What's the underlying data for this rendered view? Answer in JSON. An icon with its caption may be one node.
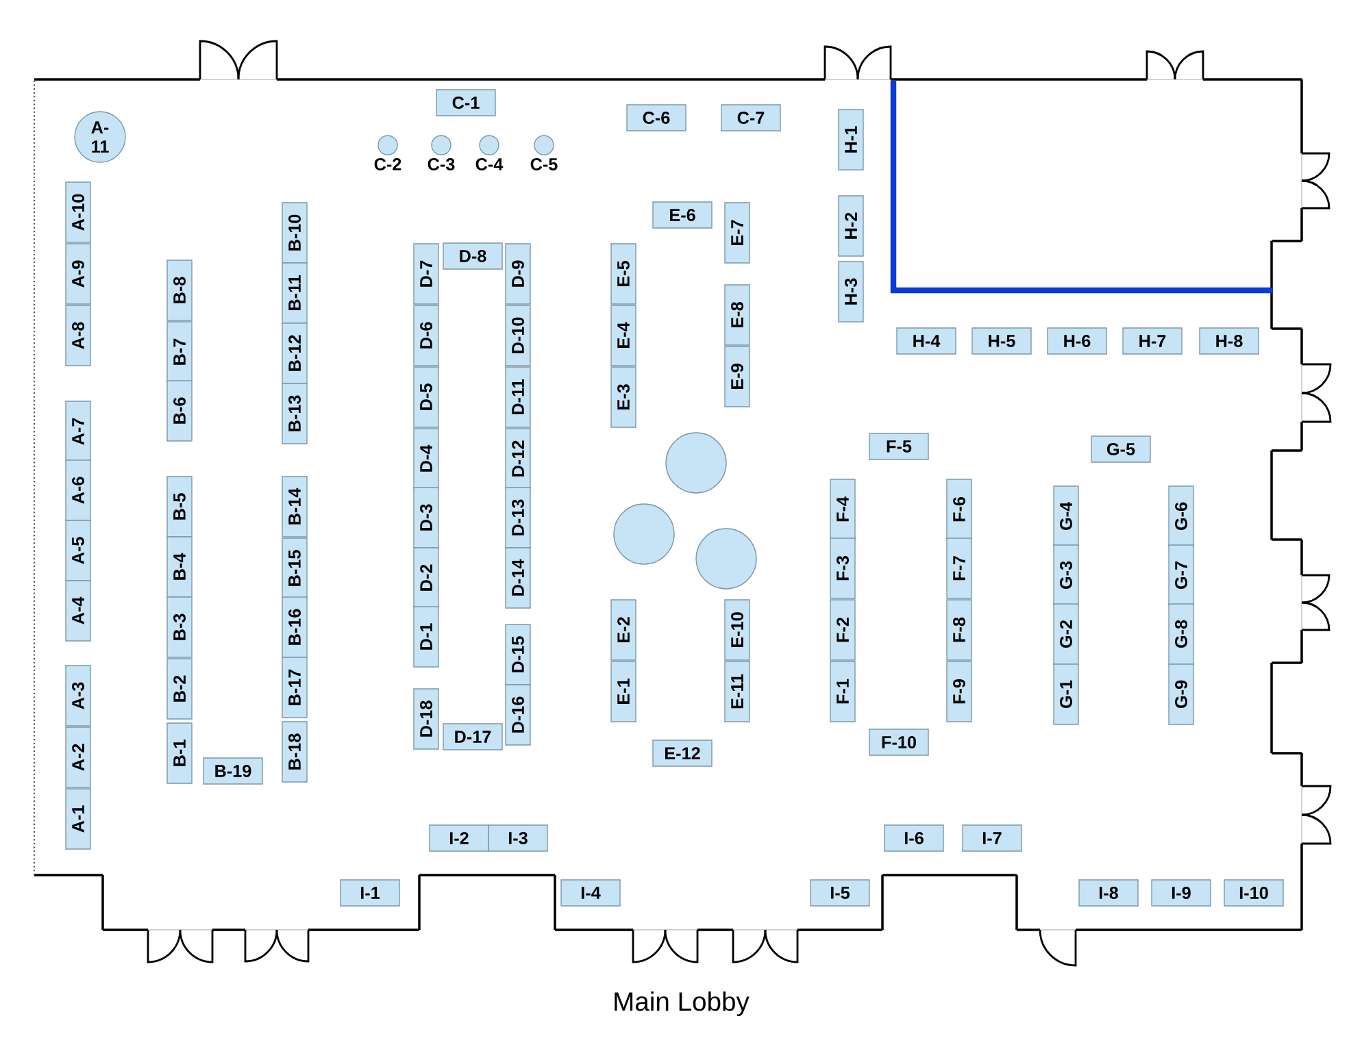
{
  "diagram": {
    "nodes": [
      {
        "text": [
          "A-11"
        ]
      },
      {
        "text": [
          "A-10"
        ]
      },
      {
        "text": [
          "A-9"
        ]
      },
      {
        "text": [
          "A-8"
        ]
      },
      {
        "text": [
          "A-7"
        ]
      },
      {
        "text": [
          "A-6"
        ]
      },
      {
        "text": [
          "A-5"
        ]
      },
      {
        "text": [
          "A-4"
        ]
      },
      {
        "text": [
          "A-3"
        ]
      },
      {
        "text": [
          "A-2"
        ]
      },
      {
        "text": [
          "A-1"
        ]
      },
      {
        "text": [
          "B-8"
        ]
      },
      {
        "text": [
          "B-7"
        ]
      },
      {
        "text": [
          "B-6"
        ]
      },
      {
        "text": [
          "B-5"
        ]
      },
      {
        "text": [
          "B-4"
        ]
      },
      {
        "text": [
          "B-3"
        ]
      },
      {
        "text": [
          "B-2"
        ]
      },
      {
        "text": [
          "B-1"
        ]
      },
      {
        "text": [
          "B-19"
        ]
      },
      {
        "text": [
          "B-10"
        ]
      },
      {
        "text": [
          "B-11"
        ]
      },
      {
        "text": [
          "B-12"
        ]
      },
      {
        "text": [
          "B-13"
        ]
      },
      {
        "text": [
          "B-14"
        ]
      },
      {
        "text": [
          "B-15"
        ]
      },
      {
        "text": [
          "B-16"
        ]
      },
      {
        "text": [
          "B-17"
        ]
      },
      {
        "text": [
          "B-18"
        ]
      },
      {
        "text": [
          "C-1"
        ]
      },
      {
        "text": [
          "C-2"
        ]
      },
      {
        "text": [
          "C-3"
        ]
      },
      {
        "text": [
          "C-4"
        ]
      },
      {
        "text": [
          "C-5"
        ]
      },
      {
        "text": [
          "C-6"
        ]
      },
      {
        "text": [
          "C-7"
        ]
      },
      {
        "text": [
          "D-8"
        ]
      },
      {
        "text": [
          "D-7"
        ]
      },
      {
        "text": [
          "D-6"
        ]
      },
      {
        "text": [
          "D-5"
        ]
      },
      {
        "text": [
          "D-4"
        ]
      },
      {
        "text": [
          "D-3"
        ]
      },
      {
        "text": [
          "D-2"
        ]
      },
      {
        "text": [
          "D-1"
        ]
      },
      {
        "text": [
          "D-9"
        ]
      },
      {
        "text": [
          "D-10"
        ]
      },
      {
        "text": [
          "D-11"
        ]
      },
      {
        "text": [
          "D-12"
        ]
      },
      {
        "text": [
          "D-13"
        ]
      },
      {
        "text": [
          "D-14"
        ]
      },
      {
        "text": [
          "D-15"
        ]
      },
      {
        "text": [
          "D-16"
        ]
      },
      {
        "text": [
          "D-18"
        ]
      },
      {
        "text": [
          "D-17"
        ]
      },
      {
        "text": [
          "E-6"
        ]
      },
      {
        "text": [
          "E-7"
        ]
      },
      {
        "text": [
          "E-5"
        ]
      },
      {
        "text": [
          "E-4"
        ]
      },
      {
        "text": [
          "E-3"
        ]
      },
      {
        "text": [
          "E-8"
        ]
      },
      {
        "text": [
          "E-9"
        ]
      },
      {
        "text": [],
        "shape": "circle"
      },
      {
        "text": [],
        "shape": "circle"
      },
      {
        "text": [],
        "shape": "circle"
      },
      {
        "text": [
          "E-2"
        ]
      },
      {
        "text": [
          "E-1"
        ]
      },
      {
        "text": [
          "E-10"
        ]
      },
      {
        "text": [
          "E-11"
        ]
      },
      {
        "text": [
          "E-12"
        ]
      },
      {
        "text": [
          "H-1"
        ]
      },
      {
        "text": [
          "H-2"
        ]
      },
      {
        "text": [
          "H-3"
        ]
      },
      {
        "text": [
          "H-4"
        ]
      },
      {
        "text": [
          "H-5"
        ]
      },
      {
        "text": [
          "H-6"
        ]
      },
      {
        "text": [
          "H-7"
        ]
      },
      {
        "text": [
          "H-8"
        ]
      },
      {
        "text": [
          "F-5"
        ]
      },
      {
        "text": [
          "F-4"
        ]
      },
      {
        "text": [
          "F-3"
        ]
      },
      {
        "text": [
          "F-2"
        ]
      },
      {
        "text": [
          "F-1"
        ]
      },
      {
        "text": [
          "F-6"
        ]
      },
      {
        "text": [
          "F-7"
        ]
      },
      {
        "text": [
          "F-8"
        ]
      },
      {
        "text": [
          "F-9"
        ]
      },
      {
        "text": [
          "F-10"
        ]
      },
      {
        "text": [
          "G-5"
        ]
      },
      {
        "text": [
          "G-4"
        ]
      },
      {
        "text": [
          "G-3"
        ]
      },
      {
        "text": [
          "G-2"
        ]
      },
      {
        "text": [
          "G-1"
        ]
      },
      {
        "text": [
          "G-6"
        ]
      },
      {
        "text": [
          "G-7"
        ]
      },
      {
        "text": [
          "G-8"
        ]
      },
      {
        "text": [
          "G-9"
        ]
      },
      {
        "text": [
          "I-2"
        ]
      },
      {
        "text": [
          "I-3"
        ]
      },
      {
        "text": [
          "I-1"
        ]
      },
      {
        "text": [
          "I-4"
        ]
      },
      {
        "text": [
          "I-5"
        ]
      },
      {
        "text": [
          "I-6"
        ]
      },
      {
        "text": [
          "I-7"
        ]
      },
      {
        "text": [
          "I-8"
        ]
      },
      {
        "text": [
          "I-9"
        ]
      },
      {
        "text": [
          "I-10"
        ]
      }
    ],
    "labels": [
      "Main Lobby"
    ]
  }
}
